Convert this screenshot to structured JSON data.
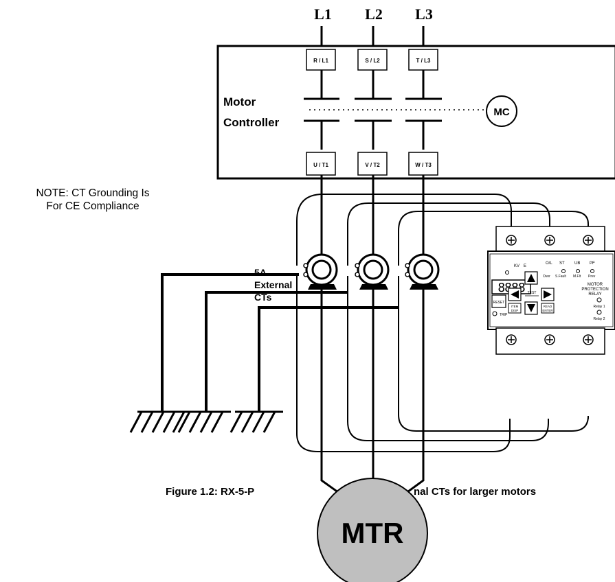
{
  "phases": [
    "L1",
    "L2",
    "L3"
  ],
  "controller": {
    "label_line1": "Motor",
    "label_line2": "Controller",
    "label_dot": ".",
    "line_terminals": [
      "R / L1",
      "S / L2",
      "T / L3"
    ],
    "load_terminals": [
      "U / T1",
      "V / T2",
      "W / T3"
    ],
    "contactor_label": "MC"
  },
  "note": {
    "line1": "NOTE: CT Grounding Is",
    "line2": "For CE Compliance"
  },
  "ct_label": {
    "line1": "5A",
    "line2": "External",
    "line3": "CTs"
  },
  "relay": {
    "leds_top": [
      "KV",
      "E",
      "O/L",
      "ST",
      "UB",
      "PF"
    ],
    "led_sub": [
      "",
      "",
      "Over",
      "S.Fault",
      "M.Flt",
      "Prev"
    ],
    "display": "8888",
    "buttons": {
      "reset": "RESET",
      "item": "ITEM",
      "disp": "DISP",
      "test": "TEST",
      "read": "READ",
      "enter": "ENTER"
    },
    "trip": "TRIP",
    "title_line1": "MOTOR",
    "title_line2": "PROTECTION",
    "title_line3": "RELAY",
    "relay1": "Relay 1",
    "relay2": "Relay 2"
  },
  "motor": {
    "label": "MTR",
    "fill": "#bfbfbf"
  },
  "caption": {
    "left": "Figure 1.2: RX-5-P",
    "right": "nal CTs for larger motors"
  }
}
